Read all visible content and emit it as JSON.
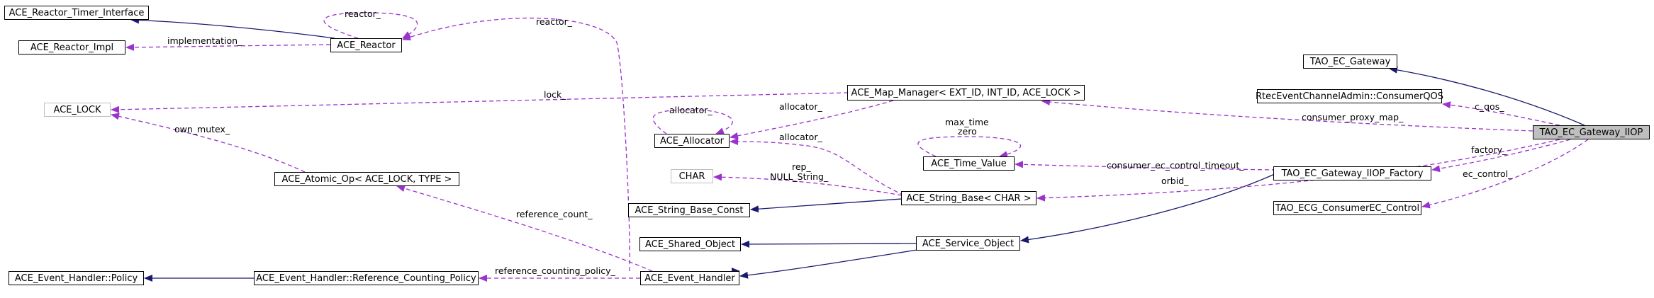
{
  "diagram": {
    "nodes": {
      "timer_interface": "ACE_Reactor_Timer_Interface",
      "reactor_impl": "ACE_Reactor_Impl",
      "reactor": "ACE_Reactor",
      "lock": "ACE_LOCK",
      "map_manager": "ACE_Map_Manager< EXT_ID, INT_ID, ACE_LOCK >",
      "allocator": "ACE_Allocator",
      "time_value": "ACE_Time_Value",
      "char": "CHAR",
      "atomic_op": "ACE_Atomic_Op< ACE_LOCK, TYPE >",
      "string_base_const": "ACE_String_Base_Const",
      "string_base": "ACE_String_Base< CHAR >",
      "shared_object": "ACE_Shared_Object",
      "service_object": "ACE_Service_Object",
      "policy": "ACE_Event_Handler::Policy",
      "ref_counting_policy": "ACE_Event_Handler::Reference_Counting_Policy",
      "event_handler": "ACE_Event_Handler",
      "tao_ec_gateway": "TAO_EC_Gateway",
      "consumer_qos": "RtecEventChannelAdmin::ConsumerQOS",
      "gateway_iiop": "TAO_EC_Gateway_IIOP",
      "gateway_factory": "TAO_EC_Gateway_IIOP_Factory",
      "consumer_ec_control": "TAO_ECG_ConsumerEC_Control"
    },
    "edge_labels": {
      "reactor_self": "reactor_",
      "reactor_eh": "reactor_",
      "implementation": "implementation_",
      "lock": "lock_",
      "own_mutex": "own_mutex_",
      "allocator_self": "allocator_",
      "allocator_map": "allocator_",
      "allocator_string": "allocator_",
      "max_time": "max_time",
      "zero": "zero",
      "rep": "rep_",
      "null_string": "NULL_String_",
      "reference_count": "reference_count_",
      "reference_counting_policy": "reference_counting_policy_",
      "consumer_proxy_map": "consumer_proxy_map_",
      "consumer_ec_control_timeout": "consumer_ec_control_timeout_",
      "orbid": "orbid_",
      "c_qos": "c_qos_",
      "factory": "factory_",
      "ec_control": "ec_control_"
    },
    "colors": {
      "inheritance": "#191970",
      "usage": "#9a32cd",
      "focus_fill": "#bfbfbf",
      "gray_border": "#bfbfbf"
    }
  }
}
